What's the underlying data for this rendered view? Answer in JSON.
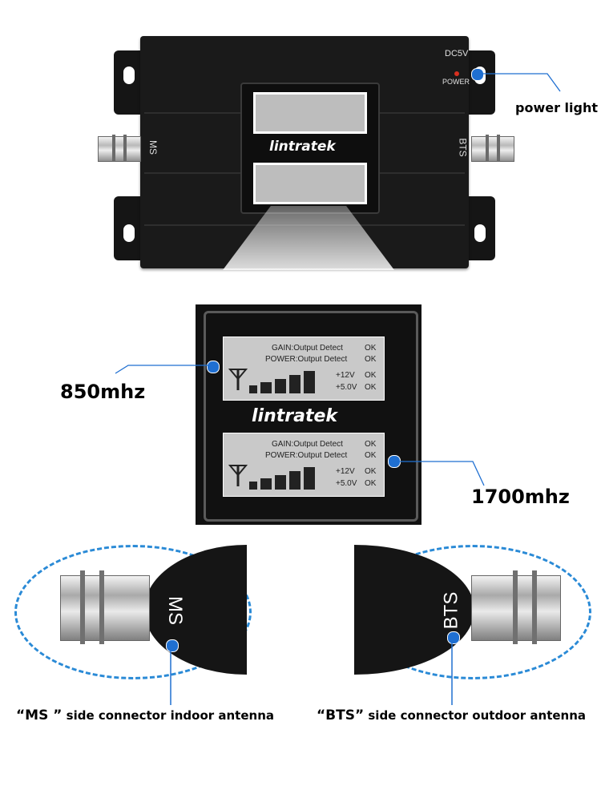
{
  "device_top": {
    "brand": "lintratek",
    "dc_label": "DC5V",
    "power_label": "POWER",
    "left_port": "MS",
    "right_port": "BTS"
  },
  "callouts": {
    "power_light": "power light",
    "band_low": "850mhz",
    "band_high": "1700mhz"
  },
  "display": {
    "brand": "lintratek",
    "screens": [
      {
        "rows": [
          {
            "label": "GAIN:Output Detect",
            "status": "OK"
          },
          {
            "label": "POWER:Output Detect",
            "status": "OK"
          },
          {
            "label": "+12V",
            "status": "OK"
          },
          {
            "label": "+5.0V",
            "status": "OK"
          }
        ],
        "signal_level": 5
      },
      {
        "rows": [
          {
            "label": "GAIN:Output Detect",
            "status": "OK"
          },
          {
            "label": "POWER:Output Detect",
            "status": "OK"
          },
          {
            "label": "+12V",
            "status": "OK"
          },
          {
            "label": "+5.0V",
            "status": "OK"
          }
        ],
        "signal_level": 5
      }
    ]
  },
  "closeups": {
    "ms_label": "MS",
    "bts_label": "BTS",
    "ms_caption_name": "“MS ”",
    "ms_caption_text": " side connector indoor antenna",
    "bts_caption_name": "“BTS”",
    "bts_caption_text": " side connector outdoor antenna"
  },
  "colors": {
    "callout_blue": "#1f6fd1",
    "dashed_blue": "#2a8ad6",
    "device_black": "#1a1a1a"
  }
}
